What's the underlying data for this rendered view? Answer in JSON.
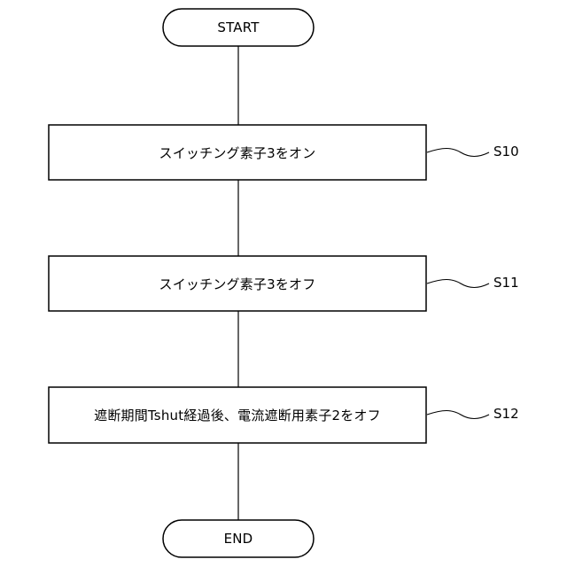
{
  "flowchart": {
    "start": {
      "label": "START"
    },
    "steps": [
      {
        "label": "スイッチング素子3をオン",
        "step_id": "S10"
      },
      {
        "label": "スイッチング素子3をオフ",
        "step_id": "S11"
      },
      {
        "label": "遮断期間Tshut経過後、電流遮断用素子2をオフ",
        "step_id": "S12"
      }
    ],
    "end": {
      "label": "END"
    }
  }
}
